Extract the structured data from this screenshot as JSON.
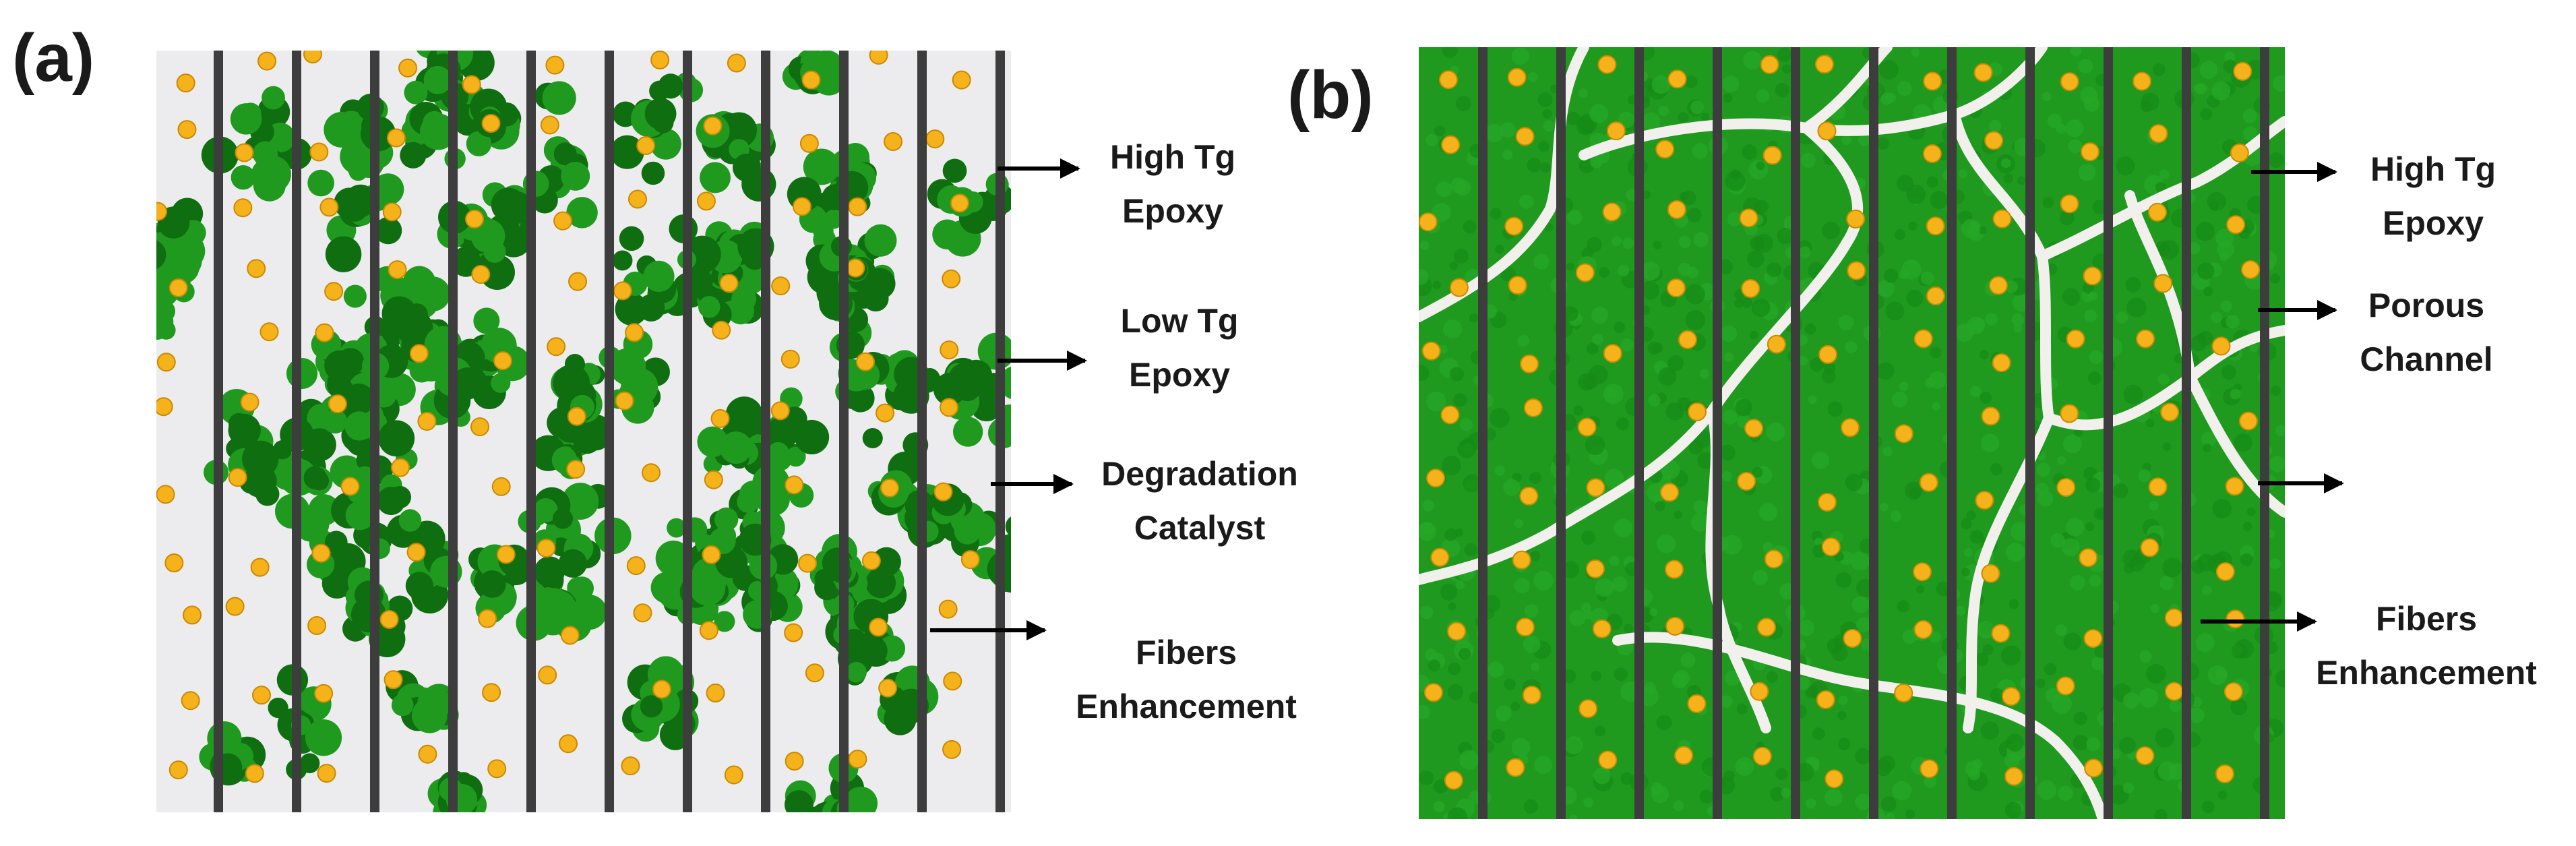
{
  "figure": {
    "panels": [
      {
        "id": "a",
        "label": "(a)",
        "callouts": [
          {
            "lines": [
              "High Tg",
              "Epoxy"
            ]
          },
          {
            "lines": [
              "Low Tg",
              "Epoxy"
            ]
          },
          {
            "lines": [
              "Degradation",
              "Catalyst"
            ]
          },
          {
            "lines": [
              "Fibers",
              "Enhancement"
            ]
          }
        ]
      },
      {
        "id": "b",
        "label": "(b)",
        "callouts": [
          {
            "lines": [
              "High Tg",
              "Epoxy"
            ]
          },
          {
            "lines": [
              "Porous",
              "Channel"
            ]
          },
          {
            "lines": []
          },
          {
            "lines": [
              "Fibers",
              "Enhancement"
            ]
          }
        ]
      }
    ],
    "colors": {
      "high_tg_epoxy": "#1f9a1f",
      "high_tg_epoxy_dark": "#0f6e0f",
      "low_tg_epoxy": "#ecebee",
      "catalyst": "#f6b21b",
      "catalyst_edge": "#c98a00",
      "fiber": "#3d3d3d",
      "porous_channel": "#f2f0ec",
      "arrow": "#000000"
    },
    "icons": {
      "catalyst": "orange-particle",
      "fiber": "vertical-fiber-bar",
      "arrow": "right-arrow"
    }
  }
}
